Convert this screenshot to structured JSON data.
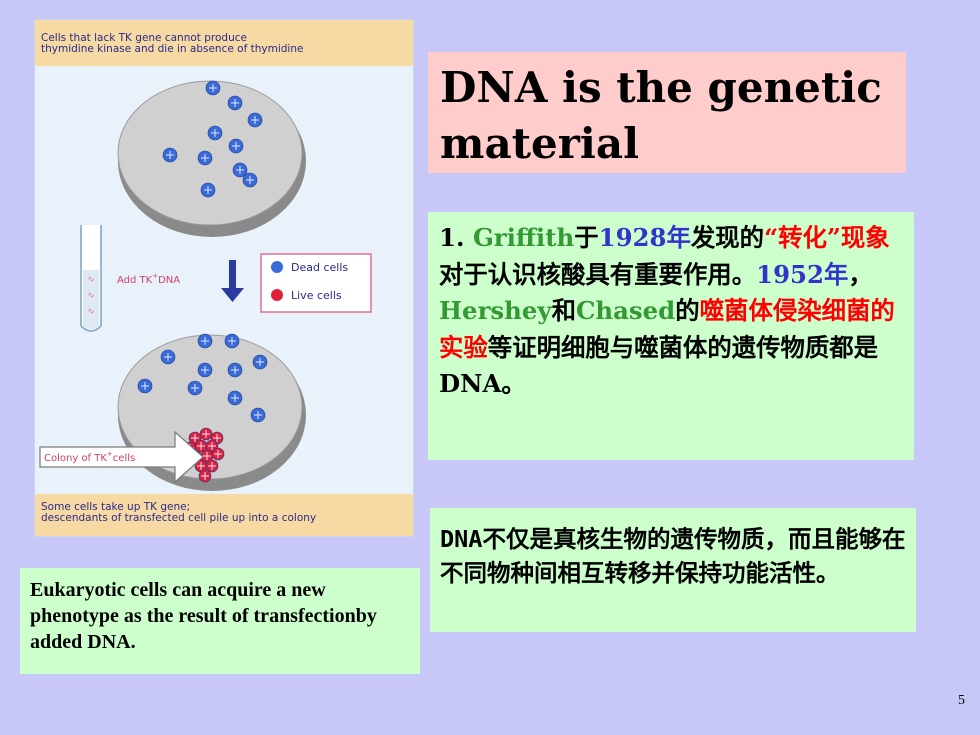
{
  "figure": {
    "top_caption": [
      "Cells that lack TK gene cannot produce",
      "thymidine kinase and die in absence of thymidine"
    ],
    "step_label_prefix": "Add TK",
    "step_label_sup": "+",
    "step_label_suffix": "DNA",
    "legend": {
      "dead": "Dead cells",
      "live": "Live cells"
    },
    "colony_label_prefix": "Colony of TK",
    "colony_label_sup": "+",
    "colony_label_suffix": "cells",
    "bottom_caption": [
      "Some cells take up TK gene;",
      "descendants of transfected cell pile up into a colony"
    ],
    "colors": {
      "dead": "#3a6ad8",
      "live": "#e0203a",
      "dish": "#c9c9c9",
      "banner": "#f7d9a4",
      "arrow": "#2a3aa0"
    }
  },
  "title": "DNA is the genetic material",
  "box1": {
    "p1": "1. ",
    "p2": "Griffith",
    "p3": "于",
    "p4": "1928年",
    "p5": "发现的",
    "p6": "“转化”现象",
    "p7": "对于认识核酸具有重要作用。",
    "p8": "1952年",
    "p9": "，",
    "p10": "Hershey",
    "p11": "和",
    "p12": "Chased",
    "p13": "的",
    "p14": "噬菌体侵染细菌的实验",
    "p15": "等证明细胞与噬菌体的遗传物质都是DNA。"
  },
  "box2": {
    "text": "DNA不仅是真核生物的遗传物质，而且能够在不同物种间相互转移并保持功能活性。"
  },
  "box3": {
    "text": "Eukaryotic cells can acquire a new phenotype as the result of transfectionby added DNA."
  },
  "page_number": "5"
}
